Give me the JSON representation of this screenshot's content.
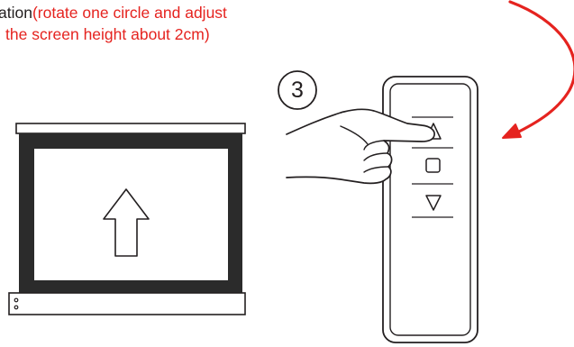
{
  "caption": {
    "line1_prefix": "ation",
    "line1_note": "(rotate one circle and adjust",
    "line2_note": "the screen height about 2cm)"
  },
  "step": {
    "number": "3"
  },
  "screen": {
    "content_icon": "up-arrow-icon"
  },
  "remote": {
    "buttons": [
      "up-triangle-icon",
      "stop-square-icon",
      "down-triangle-icon"
    ],
    "active_button": "up-triangle-icon"
  },
  "colors": {
    "accent": "#e5231f",
    "line": "#231f20",
    "screen_frame": "#2b2b2b"
  }
}
